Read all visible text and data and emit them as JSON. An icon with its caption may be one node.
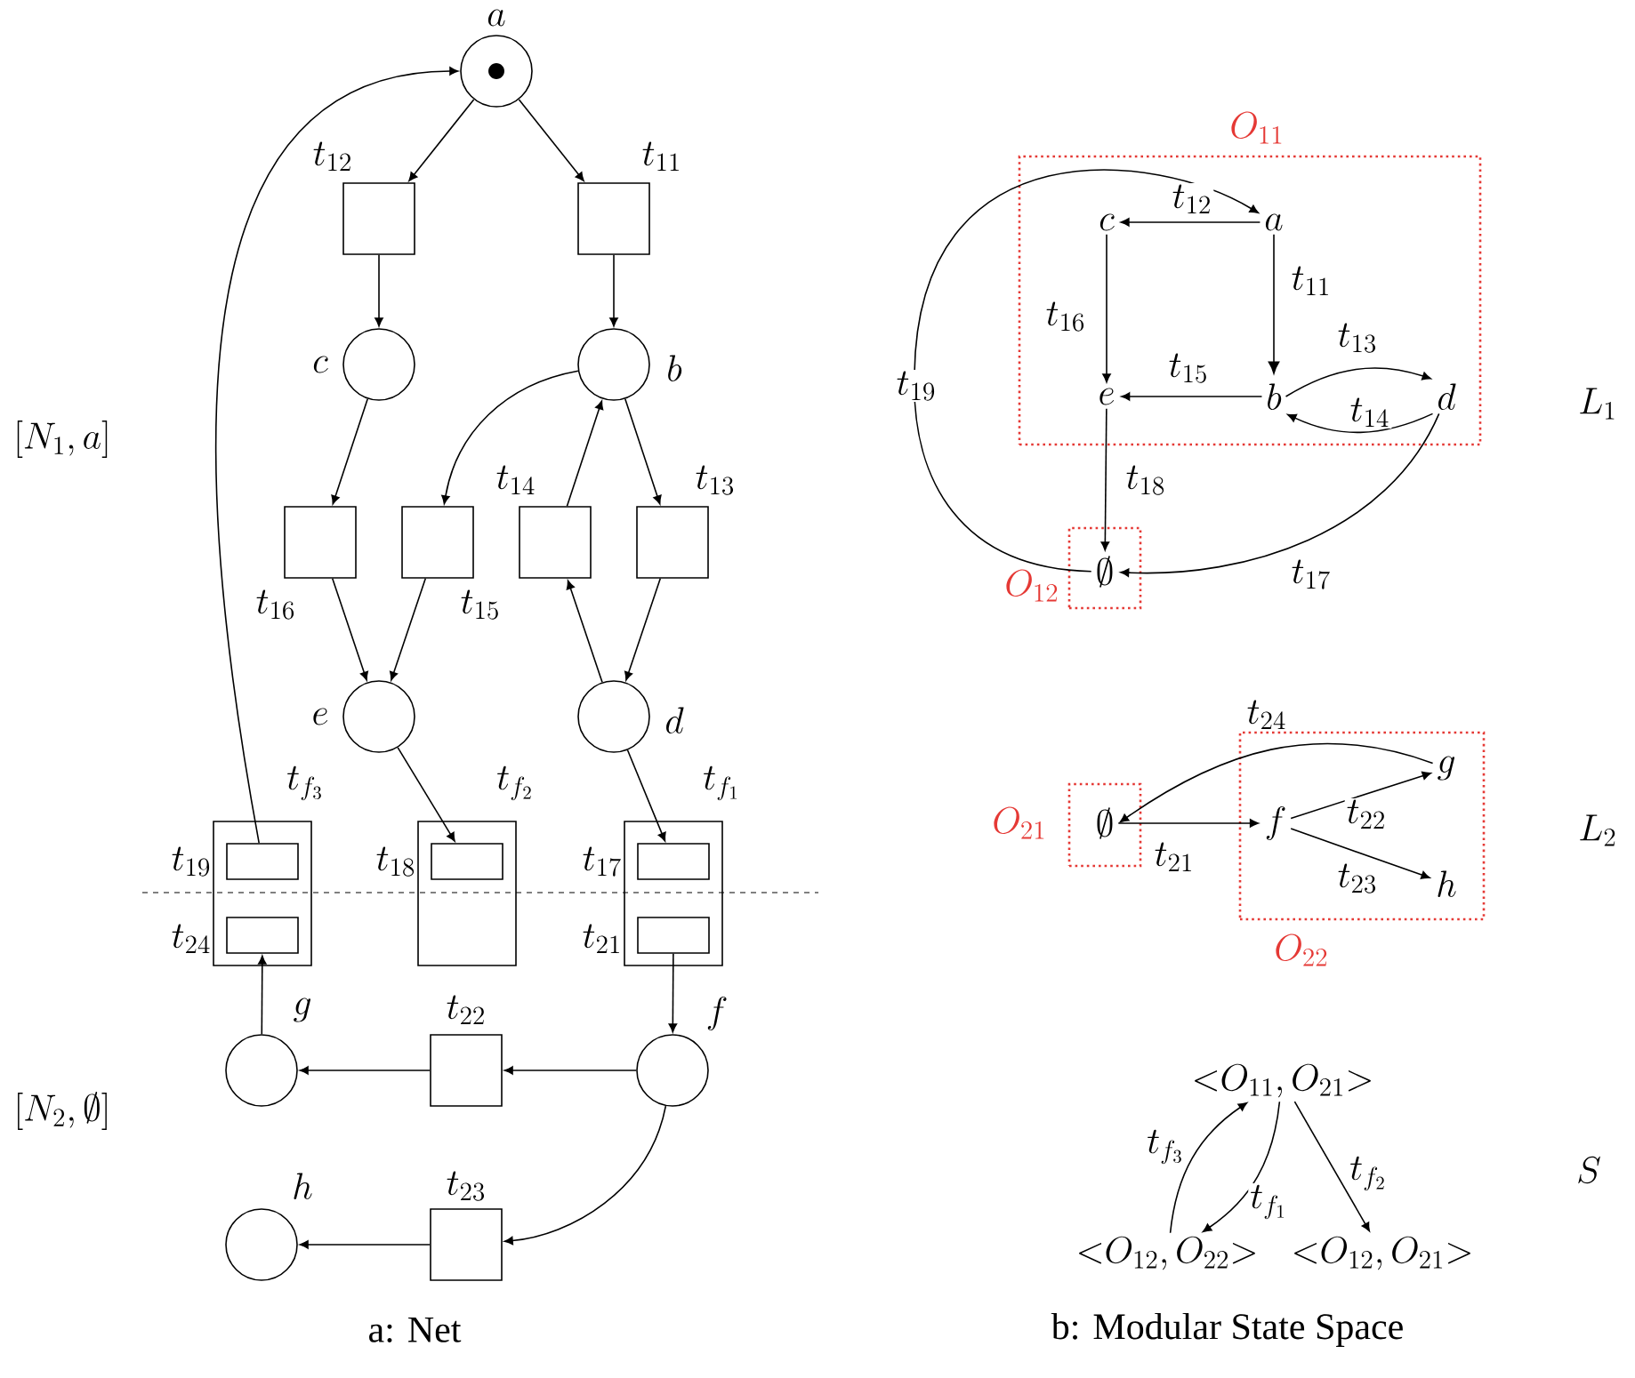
{
  "diagram": {
    "nodes": [
      {
        "text": [
          "a"
        ]
      },
      {
        "text": [
          "t_{12}"
        ]
      },
      {
        "text": [
          "t_{11}"
        ]
      },
      {
        "text": [
          "c"
        ]
      },
      {
        "text": [
          "b"
        ]
      },
      {
        "text": [
          "t_{16}"
        ]
      },
      {
        "text": [
          "t_{15}"
        ]
      },
      {
        "text": [
          "t_{14}"
        ]
      },
      {
        "text": [
          "t_{13}"
        ]
      },
      {
        "text": [
          "e"
        ]
      },
      {
        "text": [
          "d"
        ]
      },
      {
        "text": [
          "t_{f_3}"
        ]
      },
      {
        "text": [
          "t_{19}"
        ],
        "in": 11
      },
      {
        "text": [
          "t_{24}"
        ],
        "in": 11
      },
      {
        "text": [
          "t_{f_2}"
        ]
      },
      {
        "text": [
          "t_{18}"
        ],
        "in": 14
      },
      {
        "text": [
          "t_{f_1}"
        ]
      },
      {
        "text": [
          "t_{17}"
        ],
        "in": 16
      },
      {
        "text": [
          "t_{21}"
        ],
        "in": 16
      },
      {
        "text": [
          "g"
        ]
      },
      {
        "text": [
          "t_{22}"
        ]
      },
      {
        "text": [
          "f"
        ]
      },
      {
        "text": [
          "h"
        ]
      },
      {
        "text": [
          "t_{23}"
        ]
      },
      {
        "text": [
          "O_{11}"
        ]
      },
      {
        "text": [
          "c"
        ],
        "in": 24
      },
      {
        "text": [
          "a"
        ],
        "in": 24
      },
      {
        "text": [
          "e"
        ],
        "in": 24
      },
      {
        "text": [
          "b"
        ],
        "in": 24
      },
      {
        "text": [
          "d"
        ],
        "in": 24
      },
      {
        "text": [
          "O_{12}"
        ]
      },
      {
        "text": [
          "\\emptyset"
        ],
        "in": 30
      },
      {
        "text": [
          "O_{21}"
        ]
      },
      {
        "text": [
          "\\emptyset"
        ],
        "in": 32
      },
      {
        "text": [
          "O_{22}"
        ]
      },
      {
        "text": [
          "g"
        ],
        "in": 34
      },
      {
        "text": [
          "f"
        ],
        "in": 34
      },
      {
        "text": [
          "h"
        ],
        "in": 34
      },
      {
        "text": [
          "<O_{11}, O_{21}>"
        ]
      },
      {
        "text": [
          "<O_{12}, O_{22}>"
        ]
      },
      {
        "text": [
          "<O_{12}, O_{21}>"
        ]
      }
    ],
    "edges": [
      {
        "from": 0,
        "to": 1,
        "arrow": "to"
      },
      {
        "from": 0,
        "to": 2,
        "arrow": "to"
      },
      {
        "from": 1,
        "to": 3,
        "arrow": "to"
      },
      {
        "from": 2,
        "to": 4,
        "arrow": "to"
      },
      {
        "from": 3,
        "to": 5,
        "arrow": "to"
      },
      {
        "from": 4,
        "to": 6,
        "arrow": "to"
      },
      {
        "from": 7,
        "to": 4,
        "arrow": "to"
      },
      {
        "from": 4,
        "to": 8,
        "arrow": "to"
      },
      {
        "from": 5,
        "to": 9,
        "arrow": "to"
      },
      {
        "from": 6,
        "to": 9,
        "arrow": "to"
      },
      {
        "from": 10,
        "to": 7,
        "arrow": "to"
      },
      {
        "from": 8,
        "to": 10,
        "arrow": "to"
      },
      {
        "from": 9,
        "to": 15,
        "arrow": "to"
      },
      {
        "from": 10,
        "to": 17,
        "arrow": "to"
      },
      {
        "from": 12,
        "to": 0,
        "arrow": "to"
      },
      {
        "from": 18,
        "to": 21,
        "arrow": "to"
      },
      {
        "from": 21,
        "to": 20,
        "arrow": "to"
      },
      {
        "from": 20,
        "to": 19,
        "arrow": "to"
      },
      {
        "from": 19,
        "to": 13,
        "arrow": "to"
      },
      {
        "from": 21,
        "to": 23,
        "arrow": "to"
      },
      {
        "from": 23,
        "to": 22,
        "arrow": "to"
      },
      {
        "from": 26,
        "to": 25,
        "arrow": "to",
        "label": "t_{12}"
      },
      {
        "from": 26,
        "to": 28,
        "arrow": "to",
        "label": "t_{11}"
      },
      {
        "from": 25,
        "to": 27,
        "arrow": "to",
        "label": "t_{16}"
      },
      {
        "from": 28,
        "to": 27,
        "arrow": "to",
        "label": "t_{15}"
      },
      {
        "from": 28,
        "to": 29,
        "arrow": "to",
        "label": "t_{13}"
      },
      {
        "from": 29,
        "to": 28,
        "arrow": "to",
        "label": "t_{14}"
      },
      {
        "from": 27,
        "to": 31,
        "arrow": "to",
        "label": "t_{18}"
      },
      {
        "from": 29,
        "to": 31,
        "arrow": "to",
        "label": "t_{17}"
      },
      {
        "from": 31,
        "to": 26,
        "arrow": "to",
        "label": "t_{19}"
      },
      {
        "from": 33,
        "to": 36,
        "arrow": "to",
        "label": "t_{21}"
      },
      {
        "from": 36,
        "to": 35,
        "arrow": "to",
        "label": "t_{22}"
      },
      {
        "from": 36,
        "to": 37,
        "arrow": "to",
        "label": "t_{23}"
      },
      {
        "from": 35,
        "to": 33,
        "arrow": "to",
        "label": "t_{24}"
      },
      {
        "from": 38,
        "to": 39,
        "arrow": "to",
        "label": "t_{f_1}"
      },
      {
        "from": 39,
        "to": 38,
        "arrow": "to",
        "label": "t_{f_3}"
      },
      {
        "from": 38,
        "to": 40,
        "arrow": "to",
        "label": "t_{f_2}"
      }
    ],
    "labels": [
      "L_1",
      "[N_1, a]",
      "L_2",
      "[N_2, \\emptyset]",
      "S",
      "a: Net",
      "b: Modular State Space"
    ]
  }
}
